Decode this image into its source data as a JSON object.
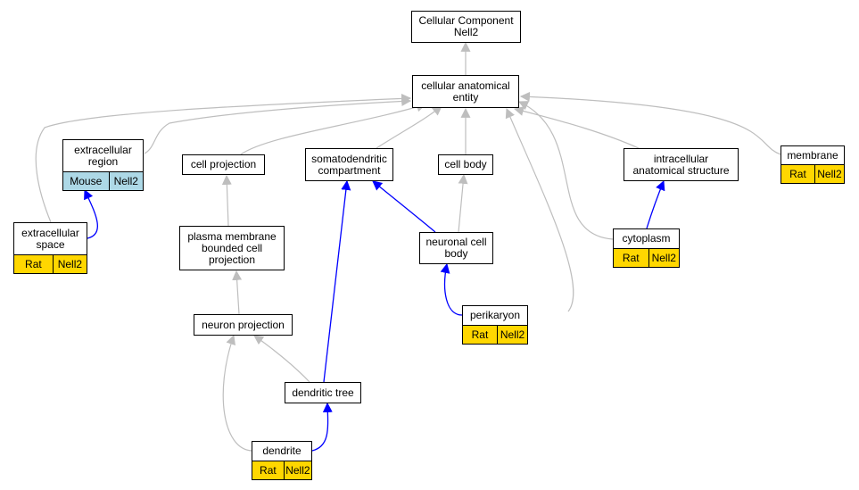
{
  "colors": {
    "mouse_tag": "#add8e6",
    "rat_tag": "#ffd700",
    "edge_gray": "#bebebe",
    "edge_blue": "#0000ff"
  },
  "nodes": {
    "root": {
      "label": "Cellular Component\nNell2"
    },
    "cae": {
      "label": "cellular anatomical\nentity"
    },
    "extracellular_region": {
      "label": "extracellular\nregion",
      "tags": [
        "Mouse",
        "Nell2"
      ]
    },
    "cell_projection": {
      "label": "cell projection"
    },
    "somatodendritic": {
      "label": "somatodendritic\ncompartment"
    },
    "cell_body": {
      "label": "cell body"
    },
    "intracellular": {
      "label": "intracellular\nanatomical structure"
    },
    "membrane": {
      "label": "membrane",
      "tags": [
        "Rat",
        "Nell2"
      ]
    },
    "extracellular_space": {
      "label": "extracellular\nspace",
      "tags": [
        "Rat",
        "Nell2"
      ]
    },
    "plasma_membrane": {
      "label": "plasma membrane\nbounded cell\nprojection"
    },
    "neuronal_cell_body": {
      "label": "neuronal cell\nbody"
    },
    "cytoplasm": {
      "label": "cytoplasm",
      "tags": [
        "Rat",
        "Nell2"
      ]
    },
    "neuron_projection": {
      "label": "neuron projection"
    },
    "perikaryon": {
      "label": "perikaryon",
      "tags": [
        "Rat",
        "Nell2"
      ]
    },
    "dendritic_tree": {
      "label": "dendritic tree"
    },
    "dendrite": {
      "label": "dendrite",
      "tags": [
        "Rat",
        "Nell2"
      ]
    }
  },
  "edges": [
    {
      "from": "cae",
      "to": "root",
      "type": "is_a"
    },
    {
      "from": "extracellular_region",
      "to": "cae",
      "type": "is_a"
    },
    {
      "from": "extracellular_space",
      "to": "cae",
      "type": "is_a"
    },
    {
      "from": "cell_projection",
      "to": "cae",
      "type": "is_a"
    },
    {
      "from": "somatodendritic",
      "to": "cae",
      "type": "is_a"
    },
    {
      "from": "cell_body",
      "to": "cae",
      "type": "is_a"
    },
    {
      "from": "perikaryon",
      "to": "cae",
      "type": "is_a"
    },
    {
      "from": "intracellular",
      "to": "cae",
      "type": "is_a"
    },
    {
      "from": "cytoplasm",
      "to": "cae",
      "type": "is_a"
    },
    {
      "from": "membrane",
      "to": "cae",
      "type": "is_a"
    },
    {
      "from": "extracellular_space",
      "to": "extracellular_region",
      "type": "part_of"
    },
    {
      "from": "plasma_membrane",
      "to": "cell_projection",
      "type": "is_a"
    },
    {
      "from": "neuron_projection",
      "to": "plasma_membrane",
      "type": "is_a"
    },
    {
      "from": "dendritic_tree",
      "to": "neuron_projection",
      "type": "is_a"
    },
    {
      "from": "dendrite",
      "to": "neuron_projection",
      "type": "is_a"
    },
    {
      "from": "dendritic_tree",
      "to": "somatodendritic",
      "type": "part_of"
    },
    {
      "from": "neuronal_cell_body",
      "to": "somatodendritic",
      "type": "part_of"
    },
    {
      "from": "neuronal_cell_body",
      "to": "cell_body",
      "type": "is_a"
    },
    {
      "from": "cytoplasm",
      "to": "intracellular",
      "type": "part_of"
    },
    {
      "from": "perikaryon",
      "to": "neuronal_cell_body",
      "type": "part_of"
    },
    {
      "from": "dendrite",
      "to": "dendritic_tree",
      "type": "part_of"
    }
  ]
}
